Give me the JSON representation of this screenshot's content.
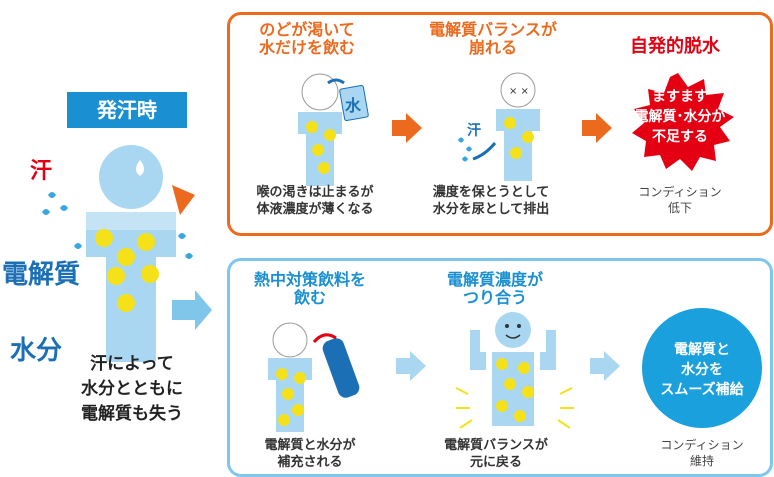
{
  "left": {
    "badge": "発汗時",
    "sweat_label": "汗",
    "electrolyte_label": "電解質",
    "water_label": "水分",
    "caption": [
      "汗によって",
      "水分とともに",
      "電解質も失う"
    ]
  },
  "top_panel": {
    "step1": {
      "title": [
        "のどが渇いて",
        "水だけを飲む"
      ],
      "cup_label": "水",
      "caption": [
        "喉の渇きは止まるが",
        "体液濃度が薄くなる"
      ]
    },
    "step2": {
      "title": [
        "電解質バランスが",
        "崩れる"
      ],
      "sweat_label": "汗",
      "caption": [
        "濃度を保とうとして",
        "水分を尿として排出"
      ]
    },
    "step3": {
      "title": "自発的脱水",
      "burst": [
        "ますます",
        "電解質･水分が",
        "不足する"
      ],
      "caption": [
        "コンディション",
        "低下"
      ]
    }
  },
  "bottom_panel": {
    "step1": {
      "title": [
        "熱中対策飲料を",
        "飲む"
      ],
      "caption": [
        "電解質と水分が",
        "補充される"
      ]
    },
    "step2": {
      "title": [
        "電解質濃度が",
        "つり合う"
      ],
      "caption": [
        "電解質バランスが",
        "元に戻る"
      ]
    },
    "step3": {
      "circle": [
        "電解質と",
        "水分を",
        "スムーズ補給"
      ],
      "caption": [
        "コンディション",
        "維持"
      ]
    }
  },
  "colors": {
    "orange": "#ec6a1e",
    "light_blue": "#7fc6ea",
    "badge_blue": "#1a8fd1",
    "red": "#e40012",
    "body_blue": "#a9d7f1",
    "dot_yellow": "#f5e11a"
  }
}
